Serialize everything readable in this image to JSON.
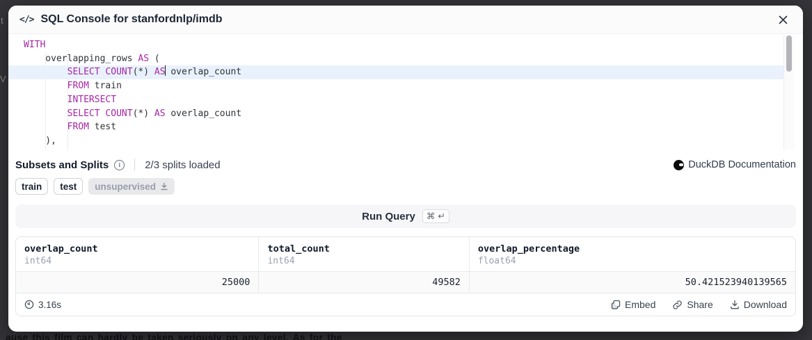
{
  "colors": {
    "keyword": "#a626a4",
    "active_line_bg": "#e9f2fc",
    "overlay": "#353539",
    "modal_bg": "#ffffff"
  },
  "icons": {
    "code": "</>",
    "cmd": "⌘",
    "return": "↵",
    "info": "i"
  },
  "modal": {
    "title": "SQL Console for stanfordnlp/imdb"
  },
  "editor": {
    "lines": [
      {
        "segments": [
          {
            "k": "kw",
            "t": "WITH"
          }
        ]
      },
      {
        "segments": [
          {
            "k": "pl",
            "t": "    overlapping_rows "
          },
          {
            "k": "kw",
            "t": "AS"
          },
          {
            "k": "pl",
            "t": " ("
          }
        ]
      },
      {
        "active": true,
        "segments": [
          {
            "k": "pl",
            "t": "        "
          },
          {
            "k": "kw",
            "t": "SELECT"
          },
          {
            "k": "pl",
            "t": " "
          },
          {
            "k": "kw",
            "t": "COUNT"
          },
          {
            "k": "pl",
            "t": "(*) "
          },
          {
            "k": "kw",
            "t": "AS"
          },
          {
            "k": "caret",
            "t": ""
          },
          {
            "k": "pl",
            "t": " overlap_count"
          }
        ]
      },
      {
        "segments": [
          {
            "k": "pl",
            "t": "        "
          },
          {
            "k": "kw",
            "t": "FROM"
          },
          {
            "k": "pl",
            "t": " train"
          }
        ]
      },
      {
        "segments": [
          {
            "k": "pl",
            "t": "        "
          },
          {
            "k": "kw",
            "t": "INTERSECT"
          }
        ]
      },
      {
        "segments": [
          {
            "k": "pl",
            "t": "        "
          },
          {
            "k": "kw",
            "t": "SELECT"
          },
          {
            "k": "pl",
            "t": " "
          },
          {
            "k": "kw",
            "t": "COUNT"
          },
          {
            "k": "pl",
            "t": "(*) "
          },
          {
            "k": "kw",
            "t": "AS"
          },
          {
            "k": "pl",
            "t": " overlap_count"
          }
        ]
      },
      {
        "segments": [
          {
            "k": "pl",
            "t": "        "
          },
          {
            "k": "kw",
            "t": "FROM"
          },
          {
            "k": "pl",
            "t": " test"
          }
        ]
      },
      {
        "segments": [
          {
            "k": "pl",
            "t": "    ),"
          }
        ]
      }
    ]
  },
  "subsets": {
    "heading": "Subsets and Splits",
    "status": "2/3 splits loaded",
    "doc_link": "DuckDB Documentation",
    "splits": [
      {
        "label": "train",
        "loaded": true
      },
      {
        "label": "test",
        "loaded": true
      },
      {
        "label": "unsupervised",
        "loaded": false,
        "download_icon": true
      }
    ]
  },
  "run": {
    "label": "Run Query"
  },
  "results": {
    "columns": [
      {
        "name": "overlap_count",
        "type": "int64"
      },
      {
        "name": "total_count",
        "type": "int64"
      },
      {
        "name": "overlap_percentage",
        "type": "float64"
      }
    ],
    "rows": [
      [
        "25000",
        "49582",
        "50.421523940139565"
      ]
    ],
    "elapsed": "3.16s",
    "actions": [
      {
        "label": "Embed",
        "icon": "embed-icon"
      },
      {
        "label": "Share",
        "icon": "share-icon"
      },
      {
        "label": "Download",
        "icon": "download-icon"
      }
    ]
  },
  "background": {
    "peek_text": "ause this film can hardly be taken seriously on any level. As for the",
    "fragments": [
      "t",
      "V"
    ]
  }
}
